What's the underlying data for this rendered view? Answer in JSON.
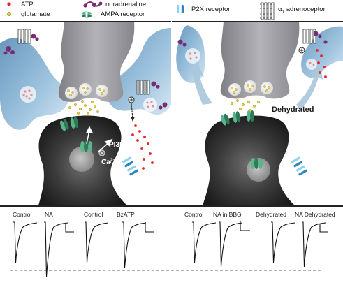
{
  "legend": {
    "atp": "ATP",
    "glutamate": "glutamate",
    "noradrenaline": "noradrenaline",
    "ampa": "AMPA receptor",
    "p2x": "P2X receptor",
    "alpha1_prefix": "α",
    "alpha1_sub": "1",
    "alpha1_suffix": " adrenoceptor"
  },
  "left_panel": {
    "pi3k": "PI3K",
    "ca": "Ca",
    "ca_charge": "2+"
  },
  "right_panel": {
    "condition": "Dehydrated"
  },
  "traces": [
    {
      "label": "Control"
    },
    {
      "label": "NA"
    },
    {
      "label": "Control"
    },
    {
      "label": "BzATP"
    },
    {
      "label": "Control"
    },
    {
      "label": "NA in BBG"
    },
    {
      "label": "Dehydrated"
    },
    {
      "label": "NA Dehydrated"
    }
  ],
  "colors": {
    "atp": "#e5262b",
    "glutamate": "#e8d23a",
    "astrocyte": "#8fb8d6",
    "presynaptic": "#9a9aa0",
    "postsynaptic": "#2a2a2a",
    "receptor_green": "#5ab58c",
    "noradrenaline": "#7a2c72"
  }
}
